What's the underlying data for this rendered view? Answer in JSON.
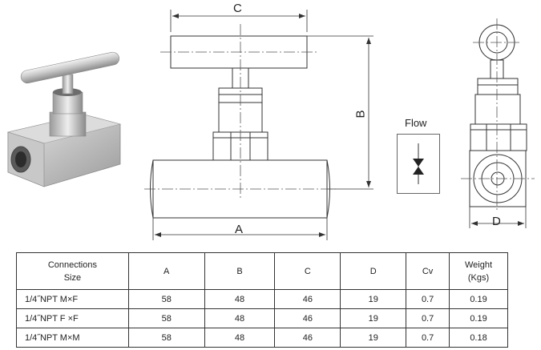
{
  "dimensions": {
    "c": "C",
    "b": "B",
    "a": "A",
    "d": "D"
  },
  "flow": {
    "label": "Flow"
  },
  "table": {
    "header": {
      "connections_line1": "Connections",
      "connections_line2": "Size",
      "a": "A",
      "b": "B",
      "c": "C",
      "d": "D",
      "cv": "Cv",
      "weight_line1": "Weight",
      "weight_line2": "(Kgs)"
    },
    "rows": [
      {
        "size": "1/4˝NPT M×F",
        "a": "58",
        "b": "48",
        "c": "46",
        "d": "19",
        "cv": "0.7",
        "weight": "0.19"
      },
      {
        "size": "1/4˝NPT F ×F",
        "a": "58",
        "b": "48",
        "c": "46",
        "d": "19",
        "cv": "0.7",
        "weight": "0.19"
      },
      {
        "size": "1/4˝NPT M×M",
        "a": "58",
        "b": "48",
        "c": "46",
        "d": "19",
        "cv": "0.7",
        "weight": "0.18"
      }
    ]
  }
}
